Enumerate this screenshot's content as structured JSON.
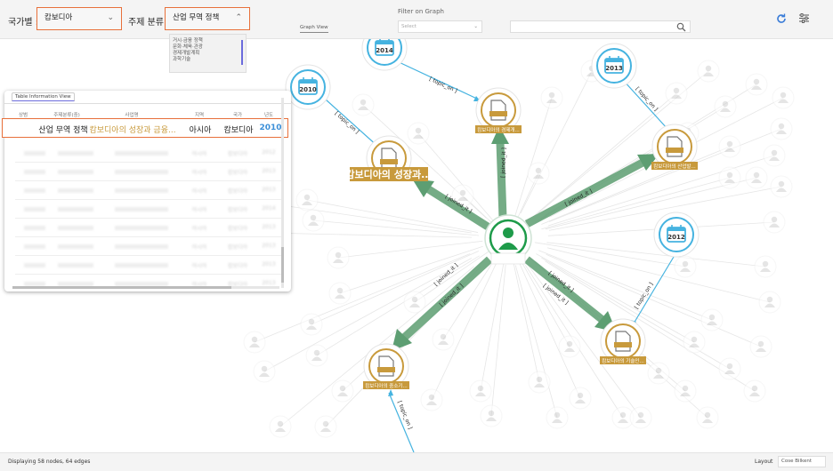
{
  "filters": {
    "country_label": "국가별 :",
    "country_value": "캄보디아",
    "topic_label": "주제 분류 :",
    "topic_value": "산업 무역 정책",
    "topic_options": [
      "거시·금융 정책",
      "문화·체육·관광",
      "경제개발계획",
      "과학기술"
    ]
  },
  "graph_filter": {
    "title": "Filter on Graph",
    "select_placeholder": "Select",
    "tab_label": "Graph View"
  },
  "table_panel": {
    "tab_label": "Table Information View",
    "columns": [
      "상범",
      "주제분류(중)",
      "사업명",
      "지역",
      "국가",
      "년도"
    ],
    "highlight_row": {
      "topic": "산업 무역 정책",
      "project": "캄보디아의 성장과 금융...",
      "region": "아시아",
      "country": "캄보디아",
      "year": "2010"
    },
    "rows": [
      {
        "region": "아시아",
        "country": "캄보디아",
        "year": "2012"
      },
      {
        "region": "아시아",
        "country": "캄보디아",
        "year": "2013"
      },
      {
        "region": "아시아",
        "country": "캄보디아",
        "year": "2013"
      },
      {
        "region": "아시아",
        "country": "캄보디아",
        "year": "2014"
      },
      {
        "region": "아시아",
        "country": "캄보디아",
        "year": "2013"
      },
      {
        "region": "아시아",
        "country": "캄보디아",
        "year": "2013"
      },
      {
        "region": "아시아",
        "country": "캄보디아",
        "year": "2013"
      },
      {
        "region": "아시아",
        "country": "캄보디아",
        "year": "2013"
      }
    ]
  },
  "graph": {
    "years": [
      "2014",
      "2010",
      "2013",
      "2012"
    ],
    "project_labels": [
      "캄보디아의 성장과...",
      "캄보디아의 경제개...",
      "캄보디아의 산업발...",
      "캄보디아의 기술인...",
      "캄보디아의 중소기..."
    ],
    "edge_joined": "[ joined_it ]",
    "edge_topic": "[ topic_on ]"
  },
  "footer": {
    "status": "Displaying 58 nodes, 64 edges",
    "layout_label": "Layout",
    "layout_value": "Cose Bilkent"
  },
  "colors": {
    "accent_border": "#e8703a",
    "edge_green": "#5d9e72",
    "year_blue": "#45b3e0",
    "project_gold": "#c89a3c",
    "user_green": "#1e9b4a"
  }
}
